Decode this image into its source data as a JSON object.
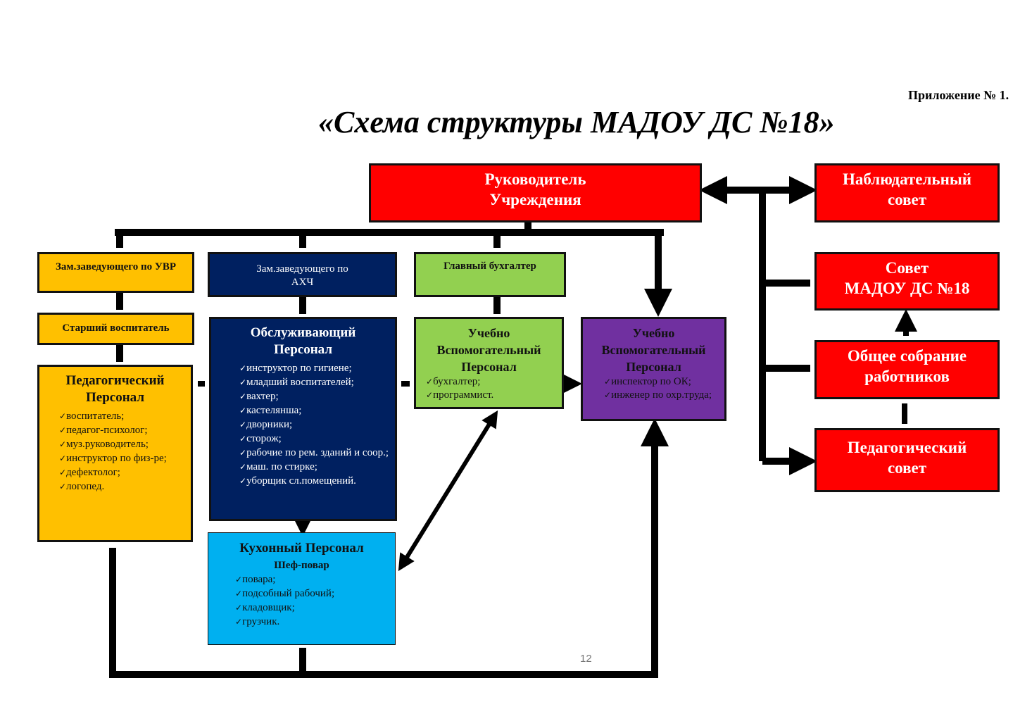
{
  "appendix": "Приложение № 1.",
  "title": "«Схема структуры МАДОУ ДС №18»",
  "page_number": "12",
  "head": [
    "Руководитель",
    "Учреждения"
  ],
  "right": [
    [
      "Наблюдательный",
      "совет"
    ],
    [
      "Совет",
      "МАДОУ ДС №18"
    ],
    [
      "Общее собрание",
      "работников"
    ],
    [
      "Педагогический",
      "совет"
    ]
  ],
  "uvr": "Зам.заведующего по УВР",
  "senior": "Старший воспитатель",
  "ped": {
    "title": "Педагогический Персонал",
    "items": [
      "воспитатель;",
      "педагог-психолог;",
      "муз.руководитель;",
      "инструктор по физ-ре;",
      "дефектолог;",
      "логопед."
    ]
  },
  "axc": "Зам.заведующего по АХЧ",
  "service": {
    "title": "Обслуживающий Персонал",
    "items": [
      "инструктор по гигиене;",
      "младший воспитателей;",
      "вахтер;",
      "кастелянша;",
      "дворники;",
      "сторож;",
      "рабочие по рем. зданий и соор.;",
      "маш. по стирке;",
      "уборщик сл.помещений."
    ]
  },
  "kitchen": {
    "title": "Кухонный Персонал",
    "sub": "Шеф-повар",
    "items": [
      "повара;",
      "подсобный рабочий;",
      "кладовщик;",
      "грузчик."
    ]
  },
  "accountant": "Главный бухгалтер",
  "aux1": {
    "title": "Учебно Вспомогательный Персонал",
    "items": [
      "бухгалтер;",
      "программист."
    ]
  },
  "aux2": {
    "title": "Учебно Вспомогательный Персонал",
    "items": [
      "инспектор по ОК;",
      "инженер по охр.труда;"
    ]
  }
}
